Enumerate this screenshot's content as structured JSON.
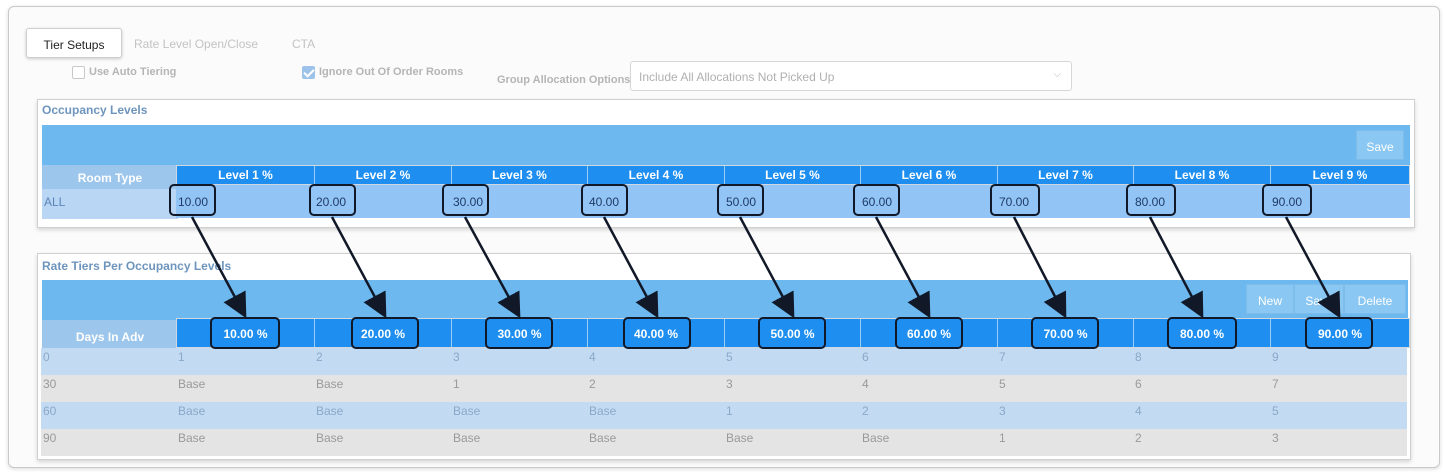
{
  "tabs": [
    {
      "label": "Tier Setups",
      "active": true
    },
    {
      "label": "Rate Level Open/Close",
      "active": false
    },
    {
      "label": "CTA",
      "active": false
    }
  ],
  "options": {
    "auto_tiering": {
      "label": "Use Auto Tiering",
      "checked": false
    },
    "ignore_ooo": {
      "label": "Ignore Out Of Order Rooms",
      "checked": true
    },
    "group_allocation_label": "Group Allocation Options",
    "group_allocation_value": "Include All Allocations Not Picked Up"
  },
  "occupancy": {
    "title": "Occupancy Levels",
    "save_label": "Save",
    "row_header": "Room Type",
    "levels": [
      "Level 1 %",
      "Level 2 %",
      "Level 3 %",
      "Level 4 %",
      "Level 5 %",
      "Level 6 %",
      "Level 7 %",
      "Level 8 %",
      "Level 9 %"
    ],
    "room_type": "ALL",
    "values": [
      "10.00",
      "20.00",
      "30.00",
      "40.00",
      "50.00",
      "60.00",
      "70.00",
      "80.00",
      "90.00"
    ]
  },
  "rate_tiers": {
    "title": "Rate Tiers Per Occupancy Levels",
    "buttons": {
      "new": "New",
      "save": "Save",
      "delete": "Delete"
    },
    "row_header": "Days In Adv",
    "columns": [
      "10.00 %",
      "20.00 %",
      "30.00 %",
      "40.00 %",
      "50.00 %",
      "60.00 %",
      "70.00 %",
      "80.00 %",
      "90.00 %"
    ],
    "rows": [
      {
        "days": "0",
        "tiers": [
          "1",
          "2",
          "3",
          "4",
          "5",
          "6",
          "7",
          "8",
          "9"
        ]
      },
      {
        "days": "30",
        "tiers": [
          "Base",
          "Base",
          "1",
          "2",
          "3",
          "4",
          "5",
          "6",
          "7"
        ]
      },
      {
        "days": "60",
        "tiers": [
          "Base",
          "Base",
          "Base",
          "Base",
          "1",
          "2",
          "3",
          "4",
          "5"
        ]
      },
      {
        "days": "90",
        "tiers": [
          "Base",
          "Base",
          "Base",
          "Base",
          "Base",
          "Base",
          "1",
          "2",
          "3"
        ]
      }
    ]
  },
  "colors": {
    "header_blue": "#1e8ff0",
    "bar_blue": "#6cb8ef",
    "row_blue": "#c3daf3",
    "row_grey": "#e4e4e4",
    "title_blue": "#6e95bd",
    "annotation": "#111827"
  }
}
